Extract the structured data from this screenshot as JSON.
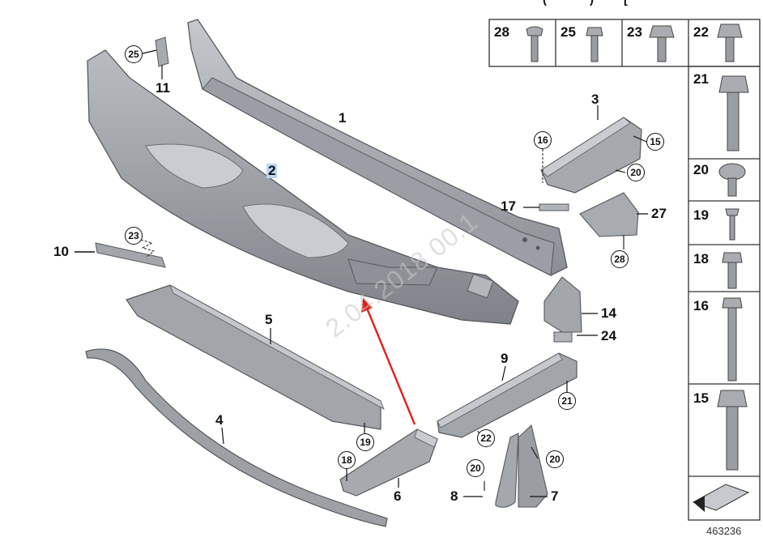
{
  "header_fragments": [
    "(",
    ")",
    "["
  ],
  "callouts": {
    "p1": "1",
    "p2": "2",
    "p3": "3",
    "p4": "4",
    "p5": "5",
    "p6": "6",
    "p7": "7",
    "p8": "8",
    "p9": "9",
    "p10": "10",
    "p11": "11",
    "p14": "14",
    "p17": "17",
    "p24": "24",
    "p27": "27"
  },
  "circled": {
    "c25": "25",
    "c23": "23",
    "c16": "16",
    "c15": "15",
    "c20a": "20",
    "c28": "28",
    "c21": "21",
    "c22": "22",
    "c19": "19",
    "c18": "18",
    "c20b": "20",
    "c20c": "20"
  },
  "fastener_table": {
    "top_row": [
      "28",
      "25",
      "23",
      "22"
    ],
    "column": [
      "21",
      "20",
      "19",
      "18",
      "16",
      "15"
    ]
  },
  "watermark": "2.04.2018 00.1",
  "catalog_number": "463236",
  "colors": {
    "part_fill": "#9ea2a8",
    "part_dark": "#7d8187",
    "part_light": "#c3c6ca",
    "outline": "#55585d",
    "arrow": "#e0201a",
    "highlight": "#bcd8ee"
  }
}
